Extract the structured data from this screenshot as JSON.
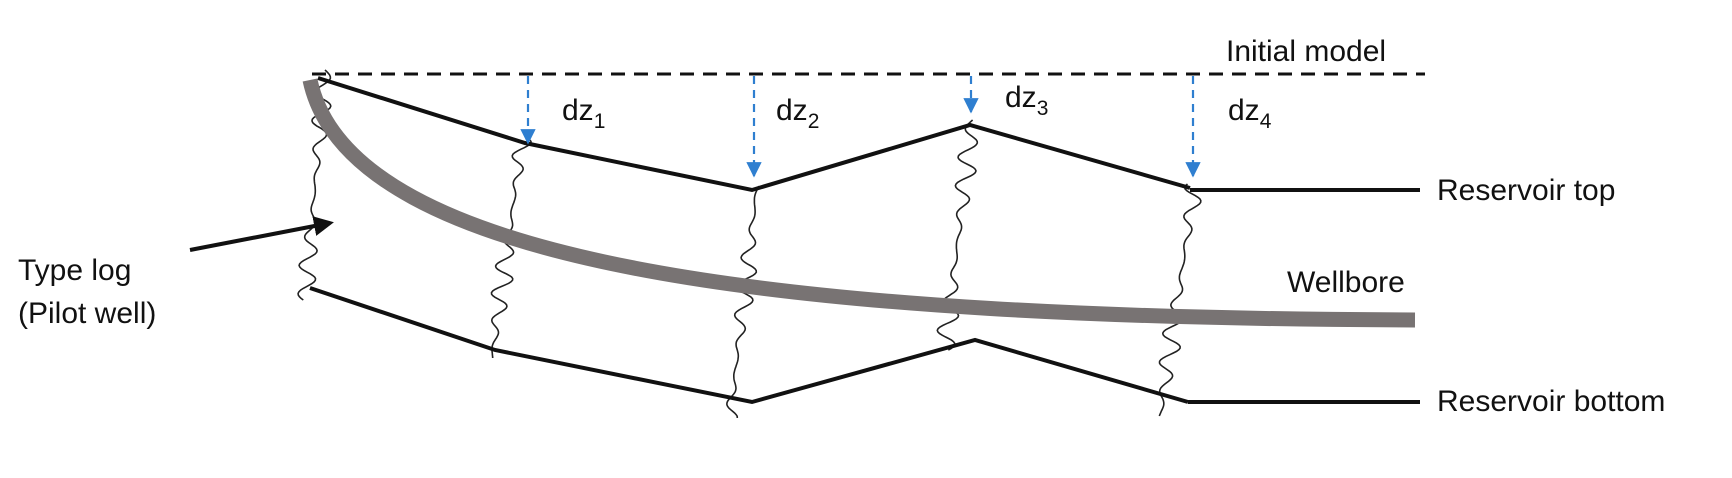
{
  "labels": {
    "initial_model": "Initial model",
    "reservoir_top": "Reservoir top",
    "reservoir_bottom": "Reservoir bottom",
    "wellbore": "Wellbore",
    "type_log_line1": "Type log",
    "type_log_line2": "(Pilot well)"
  },
  "shifts": [
    {
      "base": "dz",
      "sub": "1"
    },
    {
      "base": "dz",
      "sub": "2"
    },
    {
      "base": "dz",
      "sub": "3"
    },
    {
      "base": "dz",
      "sub": "4"
    }
  ],
  "colors": {
    "line": "#111111",
    "wellbore": "#787373",
    "shift_arrow": "#2f7fd0"
  }
}
